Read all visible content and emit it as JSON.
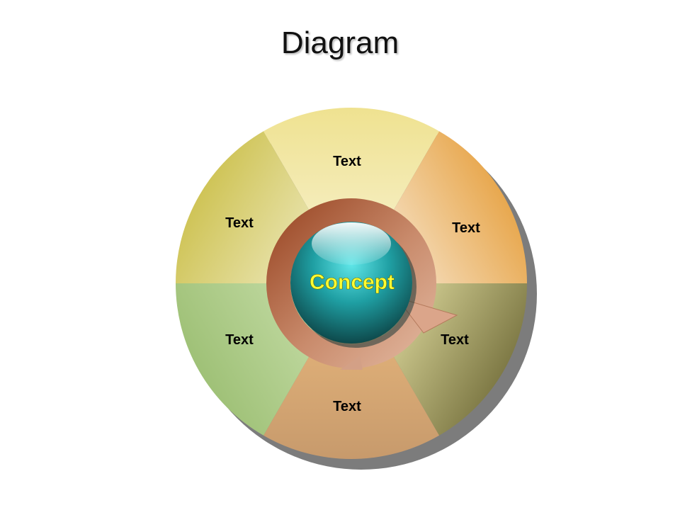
{
  "title": "Diagram",
  "center": {
    "label": "Concept"
  },
  "segments": [
    {
      "label": "Text",
      "color_outer": "#efe290",
      "color_inner": "#f6efc6"
    },
    {
      "label": "Text",
      "color_outer": "#e8a84f",
      "color_inner": "#f6e2c6"
    },
    {
      "label": "Text",
      "color_outer": "#7f7a46",
      "color_inner": "#dbd79b"
    },
    {
      "label": "Text",
      "color_outer": "#c79a6c",
      "color_inner": "#e3b37a"
    },
    {
      "label": "Text",
      "color_outer": "#9fc177",
      "color_inner": "#c3dba4"
    },
    {
      "label": "Text",
      "color_outer": "#cfc457",
      "color_inner": "#ece7b8"
    }
  ],
  "colors": {
    "ring_dark": "#9c5532",
    "ring_light": "#d8a88a",
    "sphere_top": "#3fd5d8",
    "sphere_bottom": "#0e4e50",
    "shadow": "#7a7a7a"
  }
}
